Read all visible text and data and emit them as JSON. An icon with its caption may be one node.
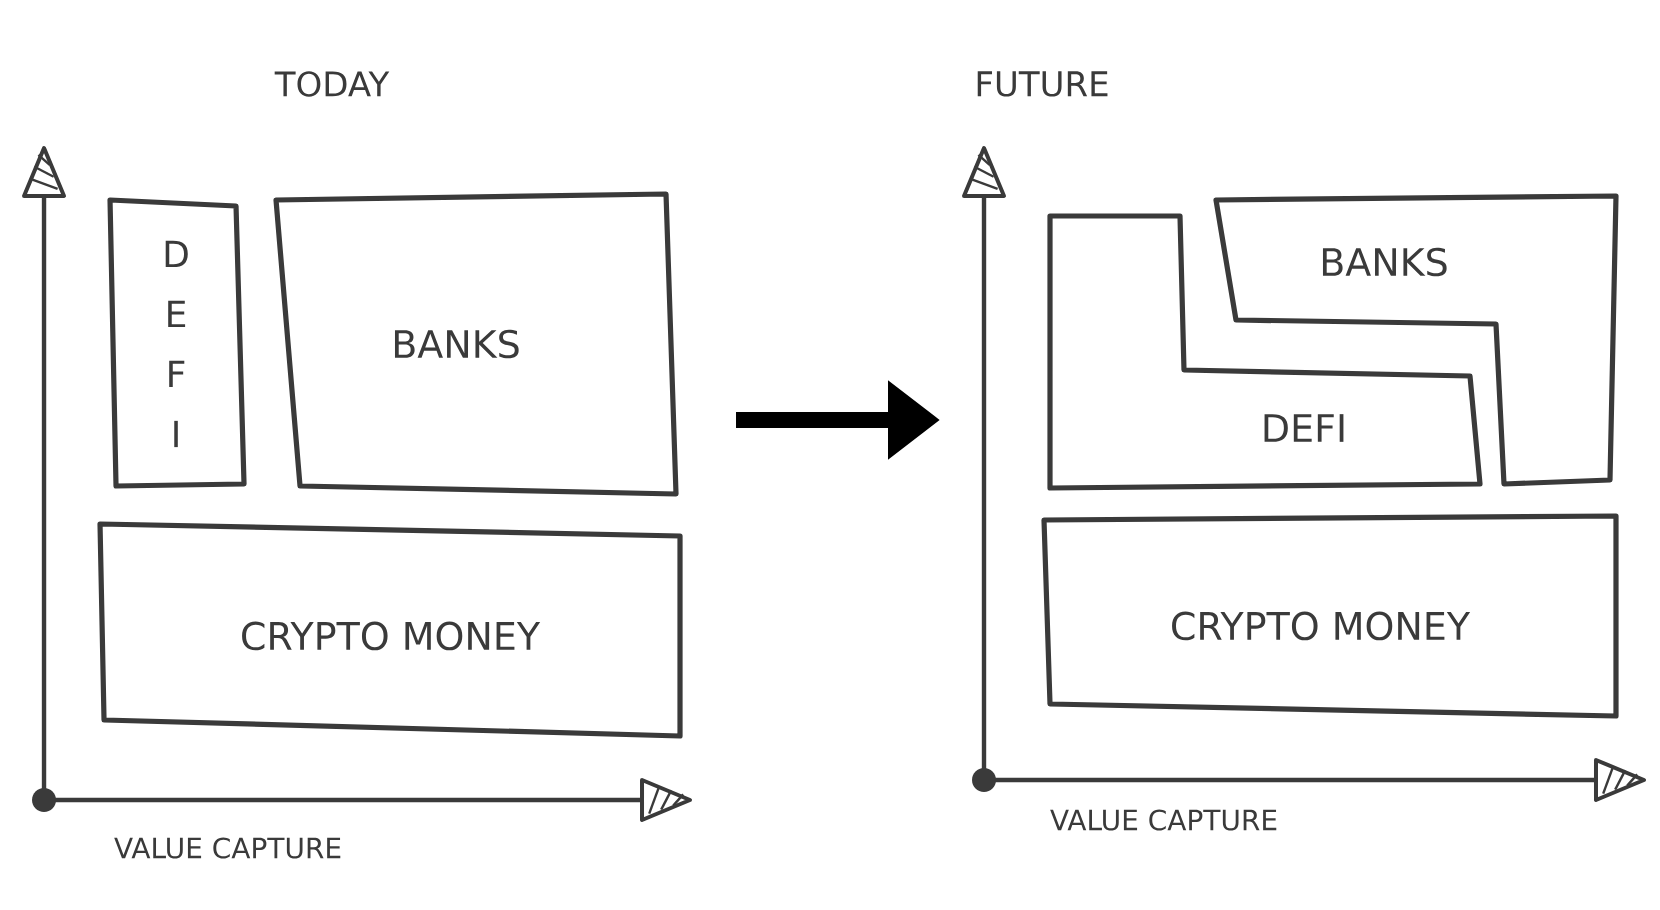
{
  "diagram": {
    "nodes": [
      {
        "text": [
          "DEFI"
        ]
      },
      {
        "text": [
          "BANKS"
        ]
      },
      {
        "text": [
          "CRYPTO MONEY"
        ]
      },
      {
        "text": [
          "BANKS"
        ]
      },
      {
        "text": [
          "DEFI"
        ]
      },
      {
        "text": [
          "CRYPTO MONEY"
        ]
      }
    ],
    "labels": [
      "TODAY",
      "FUTURE",
      "VALUE CAPTURE",
      "VALUE CAPTURE"
    ]
  }
}
